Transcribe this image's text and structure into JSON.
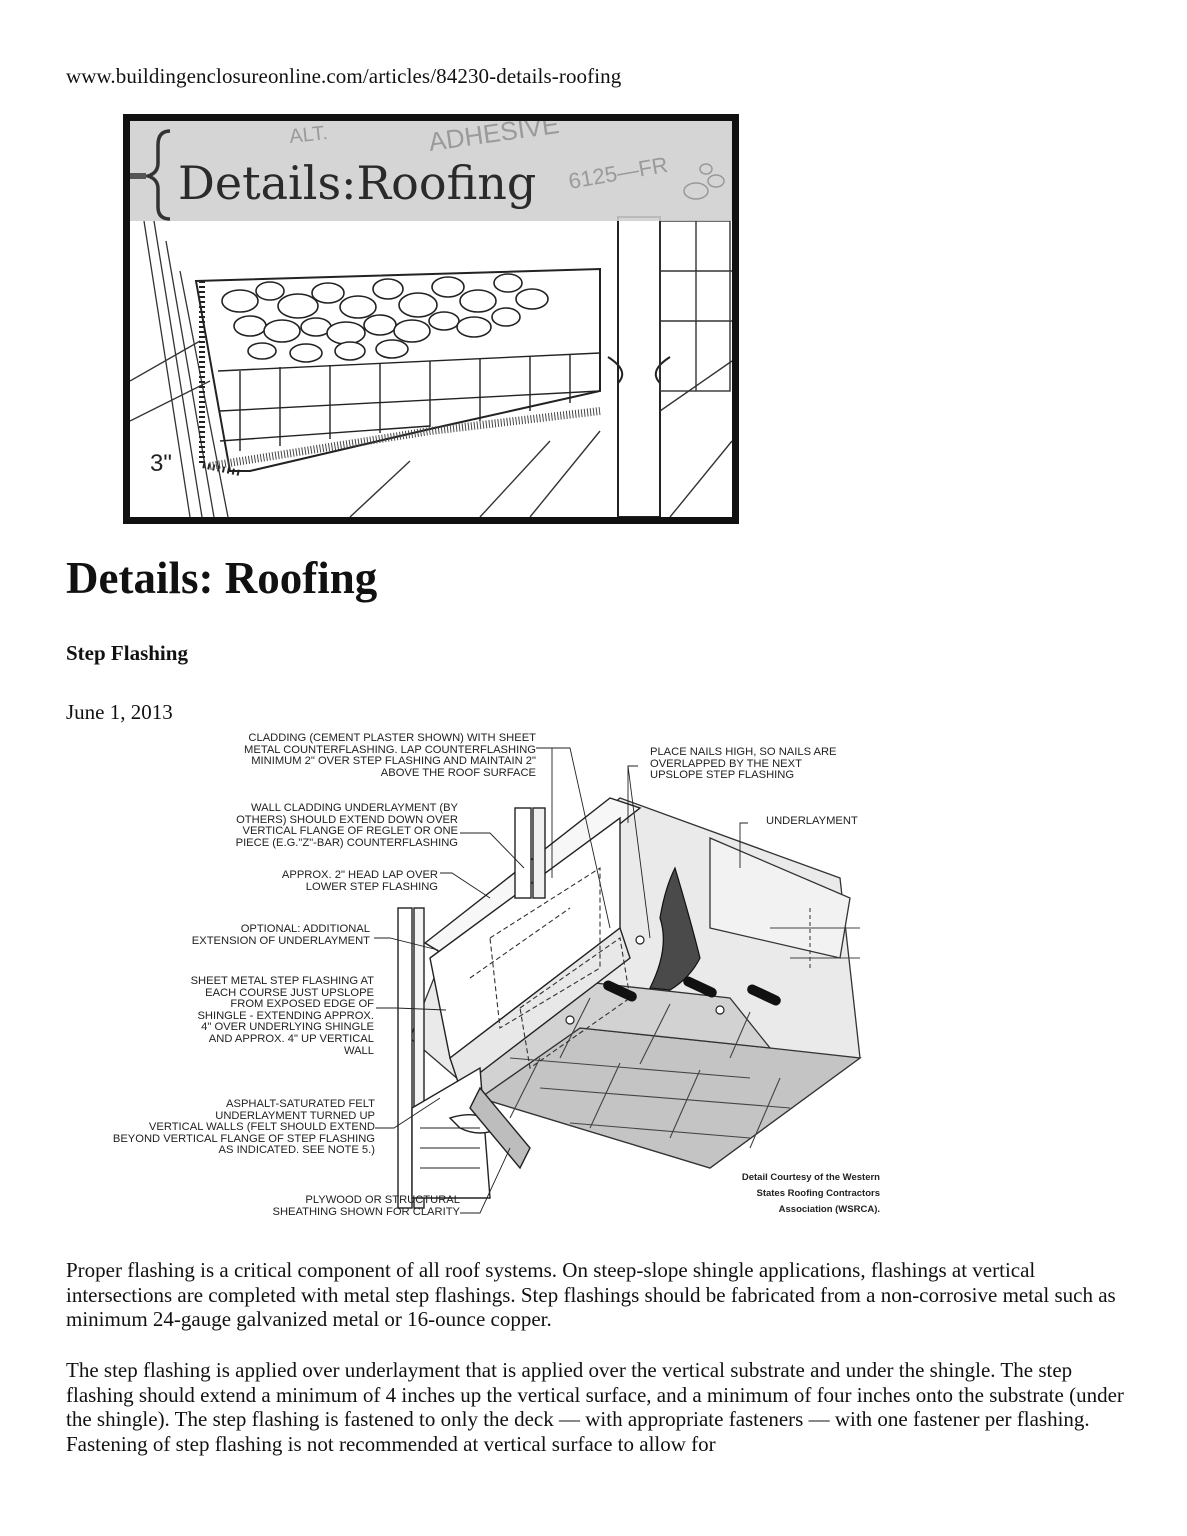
{
  "header": {
    "url": "www.buildingenclosureonline.com/articles/84230-details-roofing"
  },
  "banner": {
    "title": "Details:Roofing",
    "bg_text_adhesive": "ADHESIVE",
    "bg_text_code": "6125—FR",
    "bg_text_alt": "ALT.",
    "dimension": "3\""
  },
  "article": {
    "title": "Details: Roofing",
    "subtitle": "Step Flashing",
    "date": "June 1, 2013"
  },
  "figure": {
    "labels": {
      "cladding": "CLADDING (CEMENT PLASTER SHOWN) WITH SHEET\nMETAL COUNTERFLASHING.  LAP COUNTERFLASHING\nMINIMUM 2\" OVER STEP FLASHING AND MAINTAIN 2\"\nABOVE THE ROOF SURFACE",
      "wall_underlayment": "WALL CLADDING UNDERLAYMENT (By\nOthers) SHOULD EXTEND DOWN OVER\nVERTICAL FLANGE OF REGLET OR ONE\nPIECE (e.g.\"Z\"-Bar) COUNTERFLASHING",
      "head_lap": "APPROX. 2\" HEAD LAP OVER\nLOWER STEP FLASHING",
      "optional": "OPTIONAL: ADDITIONAL\nEXTENSION OF UNDERLAYMENT",
      "step_flashing": "SHEET METAL STEP FLASHING AT\nEACH COURSE JUST UPSLOPE\nFROM EXPOSED EDGE OF\nSHINGLE - EXTENDING APPROX.\n4\" OVER UNDERLYING SHINGLE\nAND APPROX. 4\" UP VERTICAL\nWALL",
      "felt": "ASPHALT-SATURATED FELT\nUNDERLAYMENT TURNED UP\nVERTICAL WALLS (Felt should extend\nbeyond vertical flange of step flashing\nas indicated.  See Note 5.)",
      "plywood": "PLYWOOD OR STRUCTURAL\nSHEATHING SHOWN FOR CLARITY",
      "nails": "PLACE NAILS HIGH, SO NAILS ARE\nOVERLAPPED BY THE NEXT\nUPSLOPE STEP FLASHING",
      "underlayment": "UNDERLAYMENT"
    },
    "credit": "Detail Courtesy of the Western\nStates Roofing Contractors\nAssociation (WSRCA)."
  },
  "body": {
    "paragraph_1": "Proper flashing is a critical component of all roof systems. On steep-slope shingle applications, flashings at vertical intersections are completed with metal step flashings. Step flashings should be fabricated from a non-corrosive metal such as minimum 24-gauge galvanized metal or 16-ounce copper.",
    "paragraph_2": "The step flashing is applied over underlayment that is applied over the vertical substrate and under the shingle. The step flashing should extend a minimum of 4 inches up the vertical surface, and a minimum of four inches onto the substrate (under the shingle). The step flashing is fastened to only the deck — with appropriate fasteners — with one fastener per flashing. Fastening of step flashing is not recommended at vertical surface to allow for"
  }
}
